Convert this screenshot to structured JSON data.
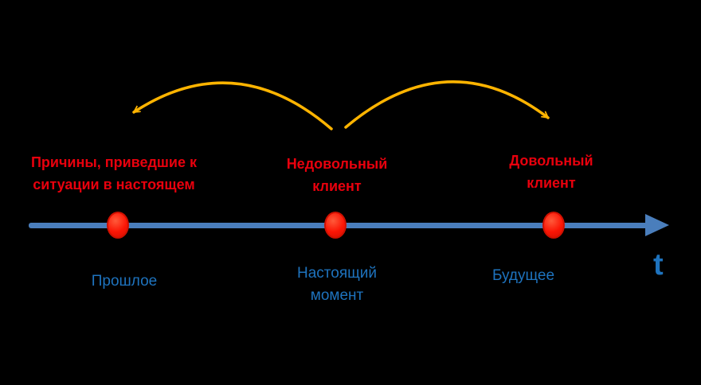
{
  "diagram": {
    "background": "#000000",
    "axis_label": "t",
    "colors": {
      "timeline": "#4a7ebc",
      "point_fill": "#fb1505",
      "point_border": "#cf1000",
      "top_label_text": "#e8000d",
      "bottom_label_text": "#1e73be",
      "arc": "#ffb400"
    },
    "points": [
      {
        "id": "past",
        "top_label_lines": [
          "Причины, приведшие к",
          "ситуации в настоящем"
        ],
        "bottom_label_lines": [
          "Прошлое"
        ]
      },
      {
        "id": "present",
        "top_label_lines": [
          "Недовольный",
          "клиент"
        ],
        "bottom_label_lines": [
          "Настоящий",
          "момент"
        ]
      },
      {
        "id": "future",
        "top_label_lines": [
          "Довольный",
          "клиент"
        ],
        "bottom_label_lines": [
          "Будущее"
        ]
      }
    ],
    "arcs": [
      {
        "id": "present-to-past",
        "from": "present",
        "to": "past"
      },
      {
        "id": "present-to-future",
        "from": "present",
        "to": "future"
      }
    ]
  }
}
